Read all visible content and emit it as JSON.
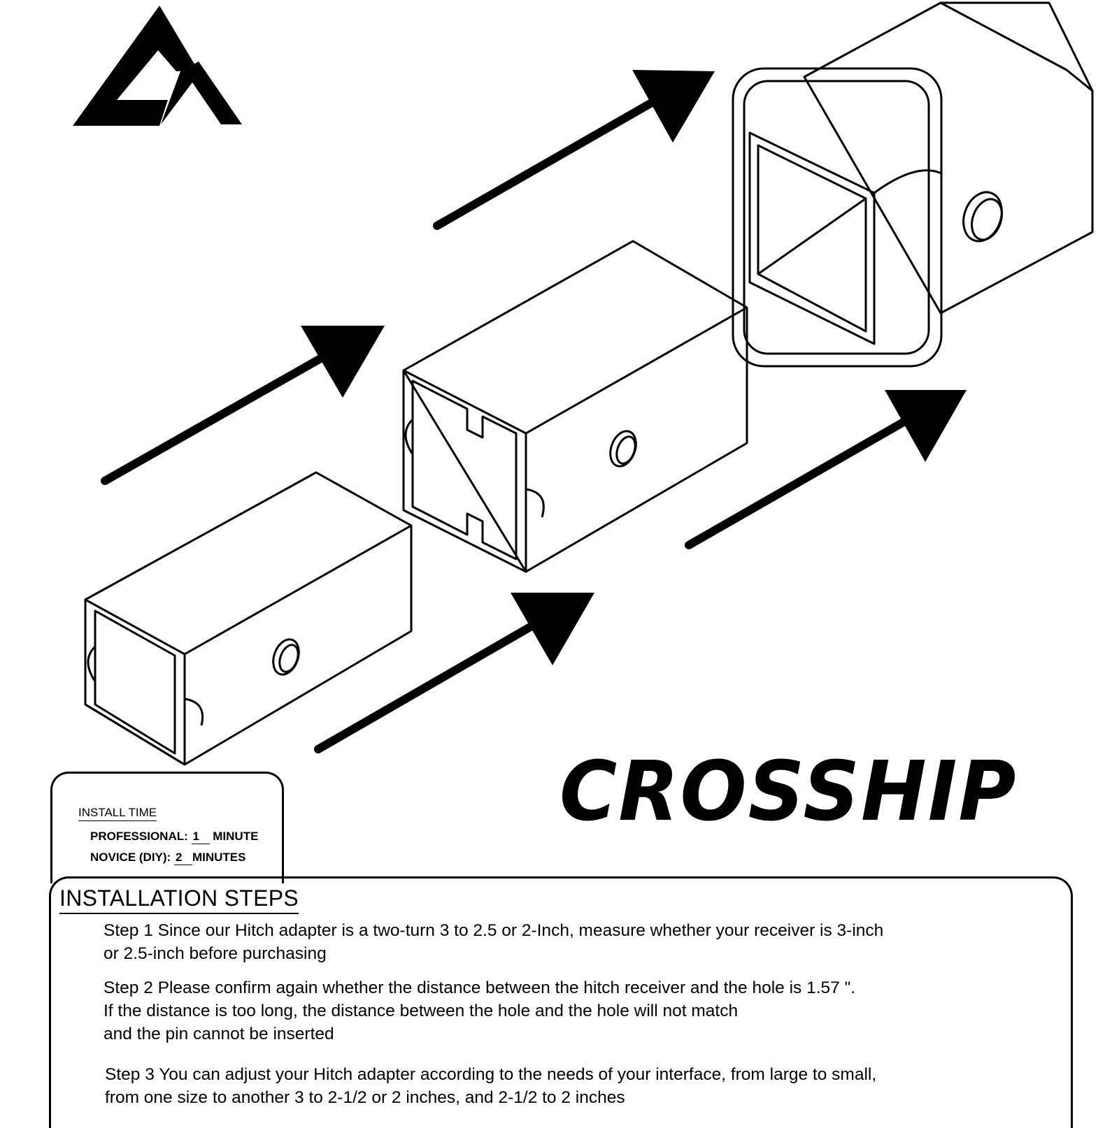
{
  "brand": {
    "name": "CROSSHIP"
  },
  "install_time": {
    "title": "INSTALL TIME",
    "professional_label": "PROFESSIONAL:",
    "professional_value": "1",
    "professional_unit": "MINUTE",
    "novice_label": "NOVICE (DIY):",
    "novice_value": "2",
    "novice_unit": "MINUTES"
  },
  "installation": {
    "title": "INSTALLATION STEPS",
    "steps": [
      {
        "lines": [
          "Step 1 Since our Hitch adapter is a two-turn 3 to 2.5 or 2-Inch, measure whether your receiver is 3-inch",
          "or 2.5-inch before purchasing"
        ]
      },
      {
        "lines": [
          "Step 2 Please confirm again whether the distance between the hitch receiver and the hole is 1.57 \".",
          "If the distance is too long, the distance between the hole and the hole will not match",
          "and the pin cannot be inserted"
        ]
      },
      {
        "lines": [
          "Step 3 You can adjust your Hitch adapter according to the needs of your interface, from large to small,",
          "from one size to another 3 to 2-1/2 or 2 inches, and 2-1/2 to 2 inches"
        ]
      }
    ]
  },
  "colors": {
    "ink": "#000000",
    "paper": "#ffffff"
  }
}
